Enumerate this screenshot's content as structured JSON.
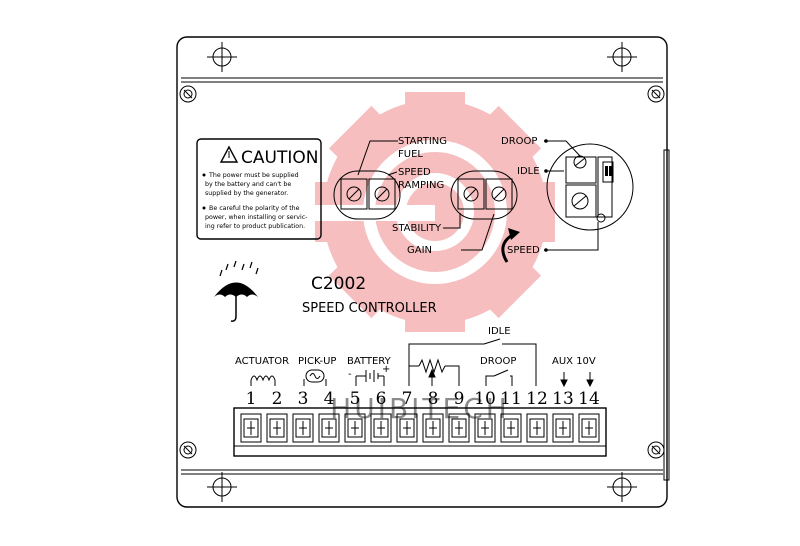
{
  "caution": {
    "title": "CAUTION",
    "note1": [
      "The power must be supplied",
      "by the battery and can't be",
      "supplied by the generator."
    ],
    "note2": [
      "Be careful the polarity of the",
      "power, when installing or servic-",
      "ing refer to product publication."
    ]
  },
  "model": {
    "code": "C2002",
    "name": "SPEED CONTROLLER"
  },
  "adjusters": {
    "starting_fuel": [
      "STARTING",
      "FUEL"
    ],
    "speed_ramping": [
      "SPEED",
      "RAMPING"
    ],
    "stability": "STABILITY",
    "gain": "GAIN",
    "droop": "DROOP",
    "idle": "IDLE",
    "speed": "SPEED"
  },
  "terminals": {
    "groups": {
      "actuator": "ACTUATOR",
      "pickup": "PICK-UP",
      "battery": "BATTERY",
      "idle": "IDLE",
      "droop": "DROOP",
      "aux": "AUX 10V"
    },
    "battery_polarity": {
      "minus": "-",
      "plus": "+"
    },
    "numbers": [
      "1",
      "2",
      "3",
      "4",
      "5",
      "6",
      "7",
      "8",
      "9",
      "10",
      "11",
      "12",
      "13",
      "14"
    ]
  },
  "watermark": "HUIBITECH",
  "colors": {
    "logo": "#f08a8a",
    "line": "#000000",
    "background": "#ffffff"
  }
}
